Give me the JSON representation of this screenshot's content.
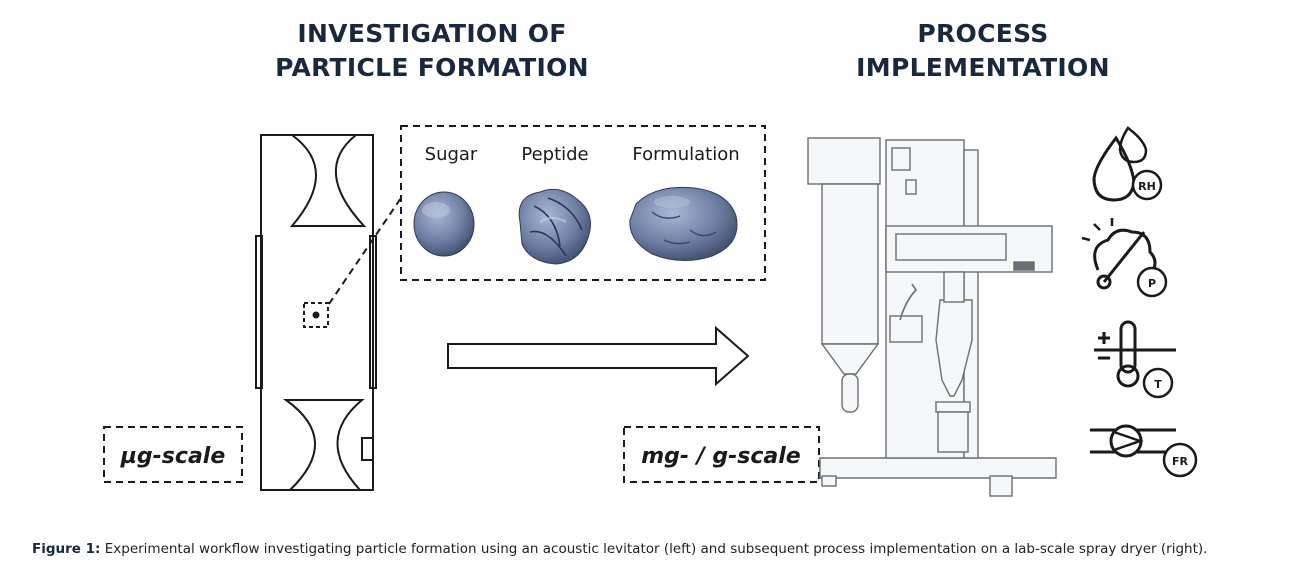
{
  "headings": {
    "left_line1": "INVESTIGATION OF",
    "left_line2": "PARTICLE FORMATION",
    "right_line1": "PROCESS",
    "right_line2": "IMPLEMENTATION"
  },
  "particles": {
    "labels": [
      "Sugar",
      "Peptide",
      "Formulation"
    ]
  },
  "scales": {
    "left": "µg-scale",
    "right": "mg- / g-scale"
  },
  "parameter_icons": [
    {
      "icon": "humidity-icon",
      "badge": "RH"
    },
    {
      "icon": "pressure-icon",
      "badge": "P"
    },
    {
      "icon": "temperature-icon",
      "badge": "T"
    },
    {
      "icon": "flow-rate-icon",
      "badge": "FR"
    }
  ],
  "caption": {
    "label": "Figure 1:",
    "text": " Experimental workflow investigating particle formation using an acoustic levitator (left)  and subsequent process implementation on a lab-scale spray dryer (right)."
  },
  "colors": {
    "heading": "#17283f",
    "line": "#1a1a1a",
    "particle": "#6d7fa3"
  }
}
